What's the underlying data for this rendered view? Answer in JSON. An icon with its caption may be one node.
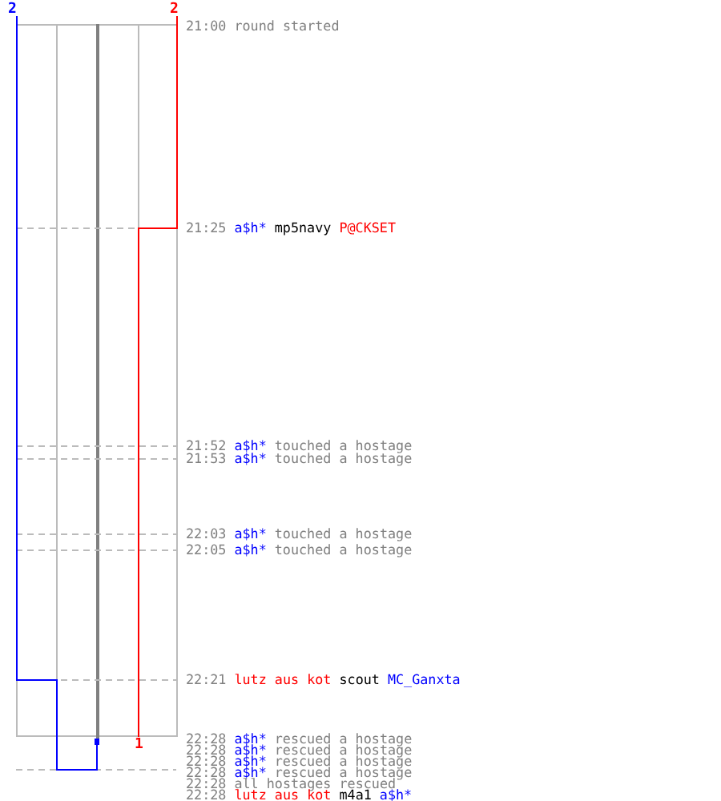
{
  "diagram": {
    "labels": [
      "2",
      "2",
      "21:00",
      "round started",
      "21:25",
      "a$h*",
      "mp5navy",
      "P@CKSET",
      "21:52",
      "a$h*",
      "touched a hostage",
      "21:53",
      "a$h*",
      "touched a hostage",
      "22:03",
      "a$h*",
      "touched a hostage",
      "22:05",
      "a$h*",
      "touched a hostage",
      "22:21",
      "lutz aus kot",
      "scout",
      "MC_Ganxta",
      "1",
      "22:28",
      "a$h*",
      "rescued a hostage",
      "22:28",
      "a$h*",
      "rescued a hostage",
      "22:28",
      "a$h*",
      "rescued a hostage",
      "22:28",
      "a$h*",
      "rescued a hostage",
      "22:28",
      "all hostages rescued",
      "22:28",
      "lutz aus kot",
      "m4a1",
      "a$h*"
    ]
  }
}
